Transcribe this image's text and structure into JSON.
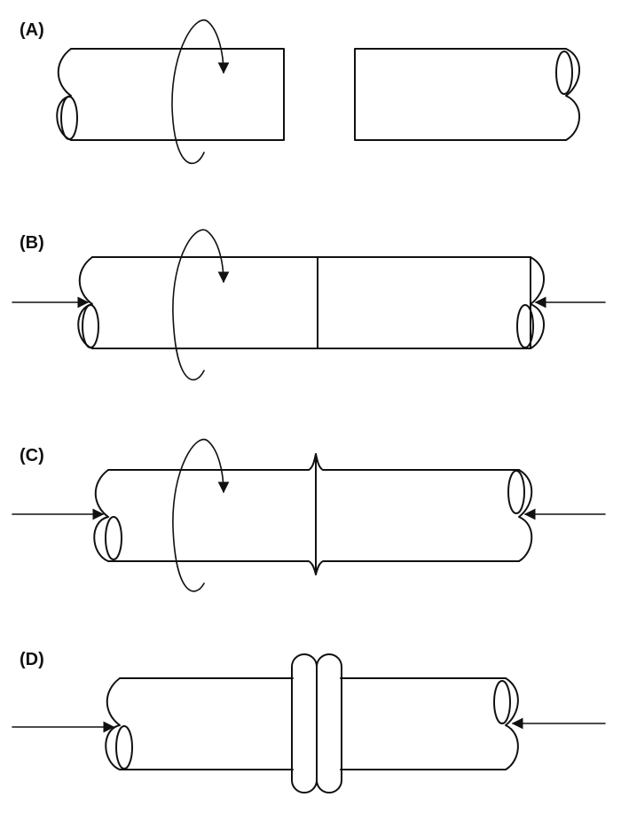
{
  "colors": {
    "ink": "#111111",
    "background": "#ffffff"
  },
  "panels": [
    {
      "id": "A",
      "label": "(A)"
    },
    {
      "id": "B",
      "label": "(B)"
    },
    {
      "id": "C",
      "label": "(C)"
    },
    {
      "id": "D",
      "label": "(D)"
    }
  ]
}
